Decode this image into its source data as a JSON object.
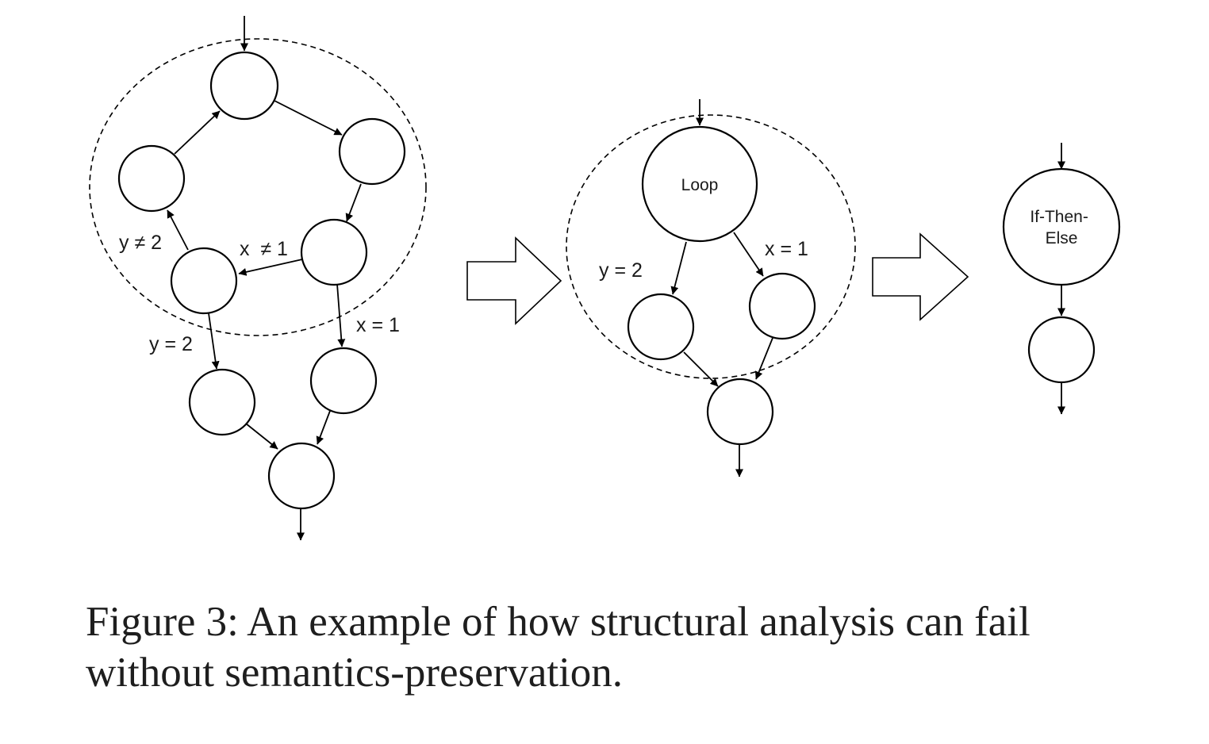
{
  "caption": {
    "line1": "Figure 3: An example of how structural analysis can fail",
    "line2": "without semantics-preservation."
  },
  "panel1": {
    "labels": {
      "y_neq_2": "y ≠ 2",
      "x_neq_1": "x  ≠ 1",
      "x_eq_1": "x = 1",
      "y_eq_2": "y = 2"
    }
  },
  "panel2": {
    "loop_node": "Loop",
    "labels": {
      "y_eq_2": "y = 2",
      "x_eq_1": "x = 1"
    }
  },
  "panel3": {
    "ite_line1": "If-Then-",
    "ite_line2": "Else"
  }
}
